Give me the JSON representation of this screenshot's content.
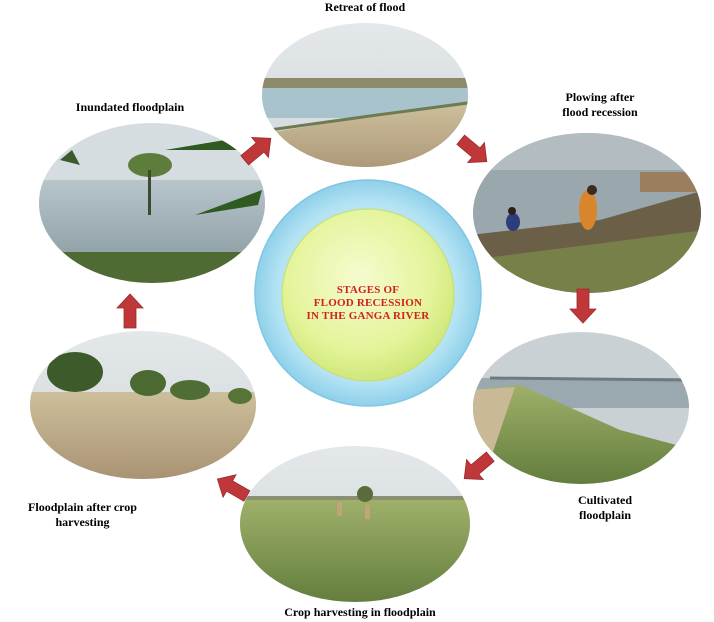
{
  "center": {
    "title": "STAGES OF\nFLOOD RECESSION\nIN THE GANGA RIVER"
  },
  "stages": [
    {
      "id": "retreat",
      "label": "Retreat of flood"
    },
    {
      "id": "plowing",
      "label": "Plowing  after\nflood recession"
    },
    {
      "id": "cultivated",
      "label": "Cultivated\nfloodplain"
    },
    {
      "id": "harvesting",
      "label": "Crop harvesting  in floodplain"
    },
    {
      "id": "after-harvest",
      "label": "Floodplain  after  crop\nharvesting"
    },
    {
      "id": "inundated",
      "label": "Inundated  floodplain"
    }
  ],
  "colors": {
    "arrow": "#c0373a",
    "center_outer": "#a9def2",
    "center_inner": "#e7f6a3",
    "center_text": "#d1201f"
  }
}
